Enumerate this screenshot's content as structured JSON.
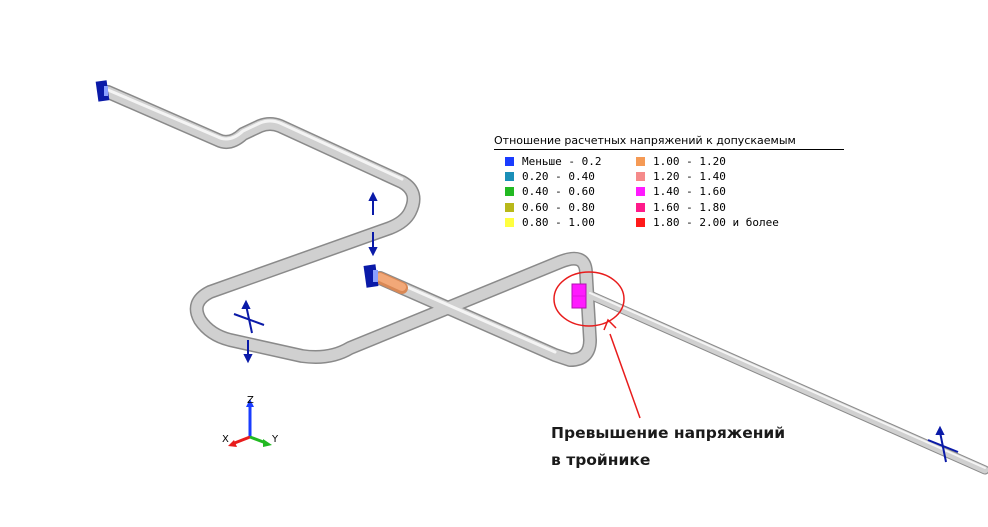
{
  "legend": {
    "title": "Отношение расчетных напряжений к допускаемым",
    "items_left": [
      {
        "label": "Меньше - 0.2",
        "color": "#1a3cff"
      },
      {
        "label": "0.20 - 0.40",
        "color": "#1a8fb8"
      },
      {
        "label": "0.40 - 0.60",
        "color": "#22b922"
      },
      {
        "label": "0.60 - 0.80",
        "color": "#b8b81a"
      },
      {
        "label": "0.80 - 1.00",
        "color": "#ffff40"
      }
    ],
    "items_right": [
      {
        "label": "1.00 - 1.20",
        "color": "#f59a55"
      },
      {
        "label": "1.20 - 1.40",
        "color": "#f58a8a"
      },
      {
        "label": "1.40 - 1.60",
        "color": "#ff1aff"
      },
      {
        "label": "1.60 - 1.80",
        "color": "#ff1a8a"
      },
      {
        "label": "1.80 - 2.00 и более",
        "color": "#ff1a1a"
      }
    ]
  },
  "callout": {
    "line1": "Превышение напряжений",
    "line2": "в тройнике",
    "color": "#e81c1c"
  },
  "axes": {
    "z": "Z",
    "x": "X",
    "y": "Y"
  },
  "colors": {
    "pipe": "#c8c8c8",
    "pipe_outline": "#8a8a8a",
    "support": "#0a1aa8",
    "hot_section": "#f2a070",
    "tee": "#ff1aff"
  }
}
